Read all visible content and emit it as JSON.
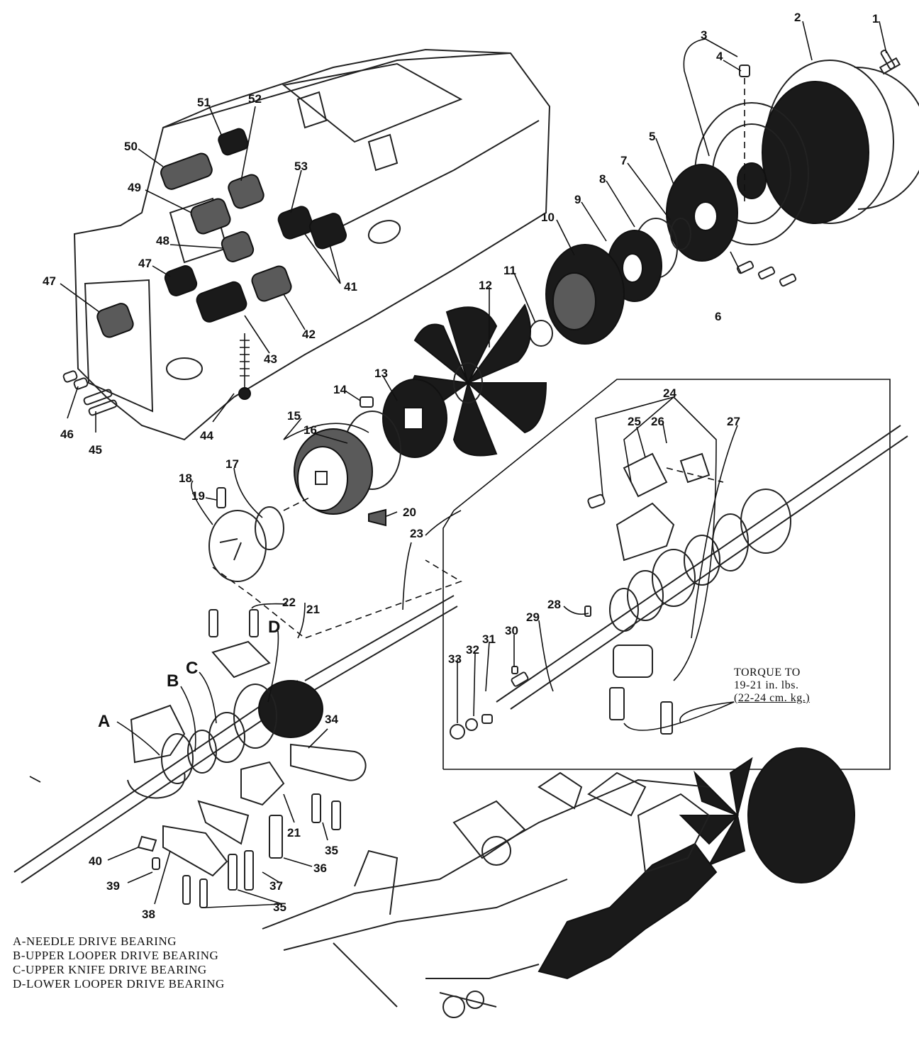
{
  "diagram": {
    "callouts": [
      "1",
      "2",
      "3",
      "4",
      "5",
      "6",
      "7",
      "8",
      "9",
      "10",
      "11",
      "12",
      "13",
      "14",
      "15",
      "16",
      "17",
      "18",
      "19",
      "20",
      "21",
      "22",
      "23",
      "24",
      "25",
      "26",
      "27",
      "28",
      "29",
      "30",
      "31",
      "32",
      "33",
      "34",
      "35",
      "36",
      "37",
      "38",
      "39",
      "40",
      "41",
      "42",
      "43",
      "44",
      "45",
      "46",
      "47",
      "48",
      "49",
      "50",
      "51",
      "52",
      "53"
    ],
    "letters": [
      "A",
      "B",
      "C",
      "D"
    ],
    "legend": [
      "A-NEEDLE DRIVE BEARING",
      "B-UPPER LOOPER DRIVE BEARING",
      "C-UPPER KNIFE DRIVE BEARING",
      "D-LOWER LOOPER DRIVE BEARING"
    ],
    "torque_note": [
      "TORQUE TO",
      "19-21 in. lbs.",
      "(22-24 cm. kg.)"
    ]
  }
}
